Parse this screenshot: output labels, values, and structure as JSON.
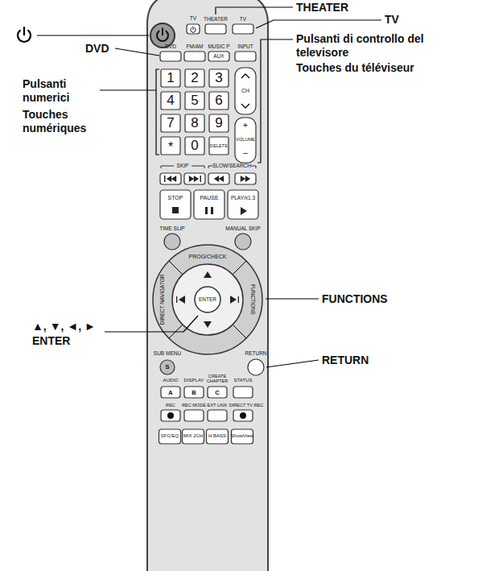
{
  "diagram": {
    "labels": [
      "THEATER",
      "TV",
      "Pulsanti di controllo del televisore",
      "Touches du téléviseur",
      "DVD",
      "Pulsanti numerici",
      "Touches numériques",
      "FUNCTIONS",
      "▲, ▼, ◄, ►",
      "ENTER",
      "RETURN",
      "TV",
      "THEATER",
      "TV",
      "DVD",
      "FM/AM",
      "MUSIC P",
      "AUX",
      "INPUT",
      "1",
      "2",
      "3",
      "4",
      "5",
      "6",
      "7",
      "8",
      "9",
      "*",
      "0",
      "DELETE",
      "CH",
      "+",
      "VOLUME",
      "–",
      "SKIP",
      "SLOW/SEARCH",
      "STOP",
      "PAUSE",
      "PLAY/x1.3",
      "TIME SLIP",
      "MANUAL SKIP",
      "PROG/CHECK",
      "DIRECT NAVIGATOR",
      "FUNCTIONS",
      "ENTER",
      "SUB MENU",
      "S",
      "RETURN",
      "AUDIO",
      "DISPLAY",
      "CREATE CHAPTER",
      "STATUS",
      "A",
      "B",
      "C",
      "REC",
      "REC MODE",
      "EXT LINK",
      "DIRECT TV REC",
      "SFC/EQ",
      "MIX 2CH",
      "H.BASS",
      "ShowView"
    ]
  }
}
